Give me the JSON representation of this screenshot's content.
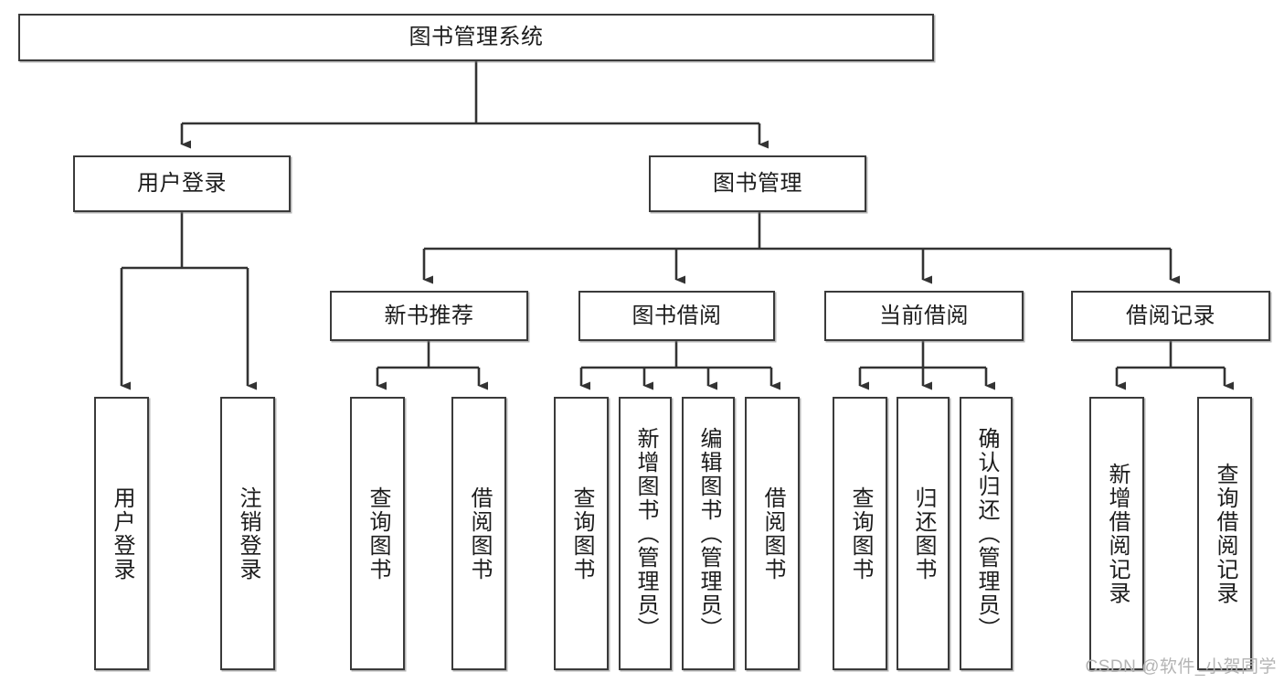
{
  "diagram": {
    "title": "图书管理系统",
    "type": "tree-hierarchy-chart",
    "colors": {
      "box_border": "#3a3a3a",
      "box_fill": "#ffffff",
      "edge": "#333333",
      "text": "#1c1c1c",
      "watermark": "#b4b4b4"
    },
    "root": {
      "label": "图书管理系统"
    },
    "level1": [
      {
        "label": "用户登录"
      },
      {
        "label": "图书管理"
      }
    ],
    "level2": [
      {
        "label": "新书推荐"
      },
      {
        "label": "图书借阅"
      },
      {
        "label": "当前借阅"
      },
      {
        "label": "借阅记录"
      }
    ],
    "leaves": {
      "user_login": [
        {
          "label": "用户登录"
        },
        {
          "label": "注销登录"
        }
      ],
      "new_book_recommend": [
        {
          "label": "查询图书"
        },
        {
          "label": "借阅图书"
        }
      ],
      "book_borrow": [
        {
          "label": "查询图书"
        },
        {
          "label": "新增图书（管理员）"
        },
        {
          "label": "编辑图书（管理员）"
        },
        {
          "label": "借阅图书"
        }
      ],
      "current_borrow": [
        {
          "label": "查询图书"
        },
        {
          "label": "归还图书"
        },
        {
          "label": "确认归还（管理员）"
        }
      ],
      "borrow_record": [
        {
          "label": "新增借阅记录"
        },
        {
          "label": "查询借阅记录"
        }
      ]
    },
    "watermark": "CSDN @软件_小贺同学"
  }
}
